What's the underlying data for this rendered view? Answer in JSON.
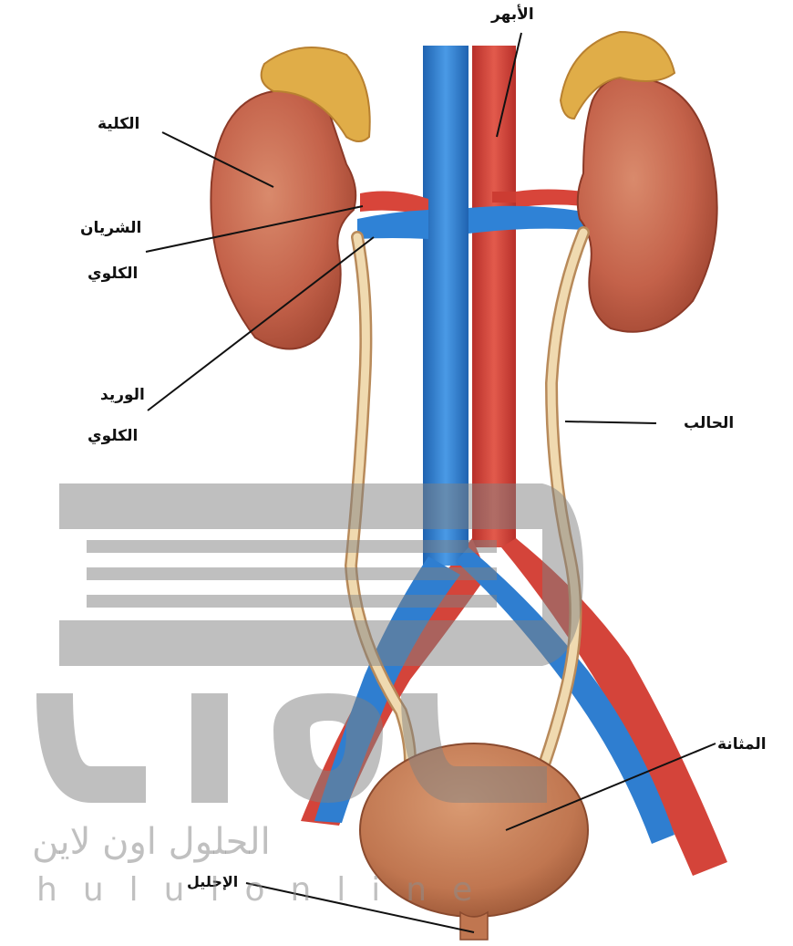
{
  "labels": {
    "aorta": "الأبهر",
    "kidney": "الكلية",
    "renal_artery_line1": "الشريان",
    "renal_artery_line2": "الكلوي",
    "renal_vein_line1": "الوريد",
    "renal_vein_line2": "الكلوي",
    "ureter": "الحالب",
    "bladder": "المثانة",
    "urethra": "الإحليل"
  },
  "watermark": {
    "arabic": "الحلول اون لاين",
    "latin": "hululonline"
  },
  "colors": {
    "artery": "#d8453a",
    "vein": "#2a7fd4",
    "kidney": "#c4624a",
    "adrenal": "#e3b24a",
    "ureter": "#ead2a6",
    "bladder": "#c47d55",
    "watermark": "#9a9a9a"
  }
}
